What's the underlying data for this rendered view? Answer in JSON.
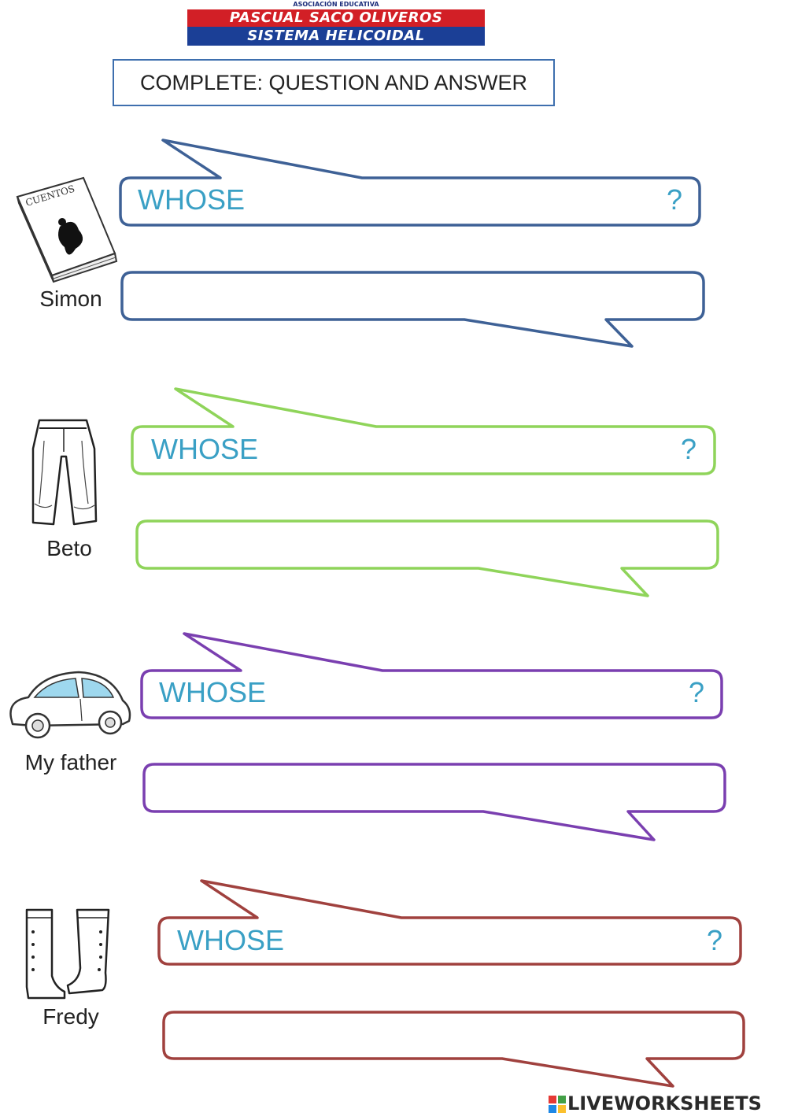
{
  "header": {
    "org_top": "ASOCIACIÓN EDUCATIVA",
    "org_name": "PASCUAL SACO OLIVEROS",
    "system_name": "SISTEMA HELICOIDAL"
  },
  "title": "COMPLETE: QUESTION AND ANSWER",
  "items": [
    {
      "name": "Simon",
      "question_start": "WHOSE",
      "question_end": "?",
      "answer": "",
      "color": "#3e6196",
      "picture": "book-icon",
      "book_label": "CUENTOS"
    },
    {
      "name": "Beto",
      "question_start": "WHOSE",
      "question_end": "?",
      "answer": "",
      "color": "#8fd45a",
      "picture": "trousers-icon"
    },
    {
      "name": "My father",
      "question_start": "WHOSE",
      "question_end": "?",
      "answer": "",
      "color": "#7a3fb0",
      "picture": "car-icon"
    },
    {
      "name": "Fredy",
      "question_start": "WHOSE",
      "question_end": "?",
      "answer": "",
      "color": "#a0413e",
      "picture": "boots-icon"
    }
  ],
  "footer": {
    "brand": "LIVEWORKSHEETS"
  }
}
